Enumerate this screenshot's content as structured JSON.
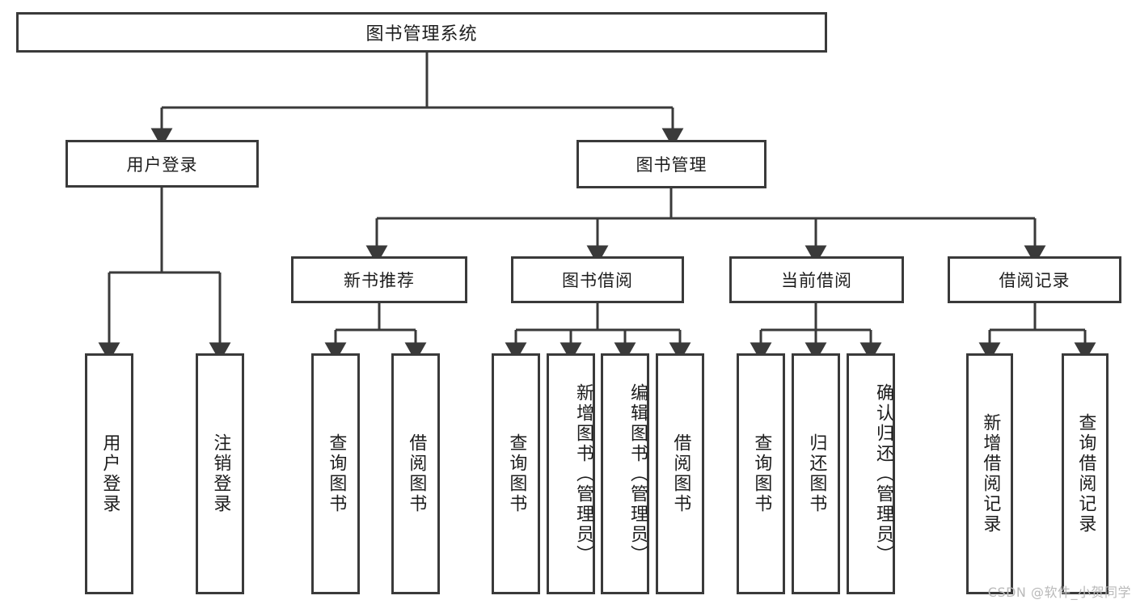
{
  "diagram": {
    "title_node": {
      "label": "图书管理系统"
    },
    "level2": [
      {
        "id": "user-login",
        "label": "用户登录"
      },
      {
        "id": "book-management",
        "label": "图书管理"
      }
    ],
    "level3": [
      {
        "id": "new-book-recommend",
        "label": "新书推荐"
      },
      {
        "id": "book-borrow",
        "label": "图书借阅"
      },
      {
        "id": "current-borrow",
        "label": "当前借阅"
      },
      {
        "id": "borrow-record",
        "label": "借阅记录"
      }
    ],
    "leaves": {
      "user_login": [
        {
          "id": "leaf-user-login",
          "label": "用户登录"
        },
        {
          "id": "leaf-logout-login",
          "label": "注销登录"
        }
      ],
      "new_book_recommend": [
        {
          "id": "leaf-query-book-1",
          "label": "查询图书"
        },
        {
          "id": "leaf-borrow-book-1",
          "label": "借阅图书"
        }
      ],
      "book_borrow": [
        {
          "id": "leaf-query-book-2",
          "label": "查询图书"
        },
        {
          "id": "leaf-add-book",
          "label": "新增图书（管理员）"
        },
        {
          "id": "leaf-edit-book",
          "label": "编辑图书（管理员）"
        },
        {
          "id": "leaf-borrow-book-2",
          "label": "借阅图书"
        }
      ],
      "current_borrow": [
        {
          "id": "leaf-query-book-3",
          "label": "查询图书"
        },
        {
          "id": "leaf-return-book",
          "label": "归还图书"
        },
        {
          "id": "leaf-confirm-return",
          "label": "确认归还（管理员）"
        }
      ],
      "borrow_record": [
        {
          "id": "leaf-add-record",
          "label": "新增借阅记录"
        },
        {
          "id": "leaf-query-record",
          "label": "查询借阅记录"
        }
      ]
    }
  },
  "watermark": {
    "text": "CSDN @软件_小贺同学"
  },
  "colors": {
    "stroke": "#3a3a3a",
    "background": "#ffffff",
    "text": "#1d1d1d",
    "watermark": "#b9b9b9"
  }
}
